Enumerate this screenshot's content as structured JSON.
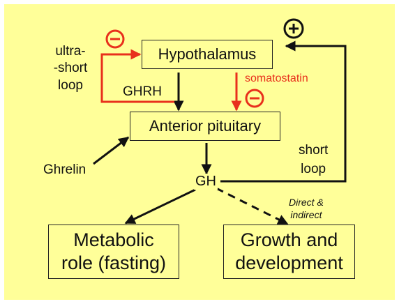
{
  "nodes": {
    "hypothalamus": "Hypothalamus",
    "anterior_pituitary": "Anterior pituitary",
    "gh": "GH",
    "metabolic": [
      "Metabolic",
      "role (fasting)"
    ],
    "growth": [
      "Growth and",
      "development"
    ]
  },
  "labels": {
    "ultra_short_loop": [
      "ultra-",
      "-short",
      "loop"
    ],
    "ghrh": "GHRH",
    "somatostatin": "somatostatin",
    "ghrelin": "Ghrelin",
    "short_loop": [
      "short",
      "loop"
    ],
    "direct_indirect": [
      "Direct &",
      "indirect"
    ],
    "plus_sign": "+",
    "minus_sign": "−"
  },
  "colors": {
    "background": "#ffff99",
    "inhibition": "#e8301c",
    "stimulation": "#111111"
  }
}
